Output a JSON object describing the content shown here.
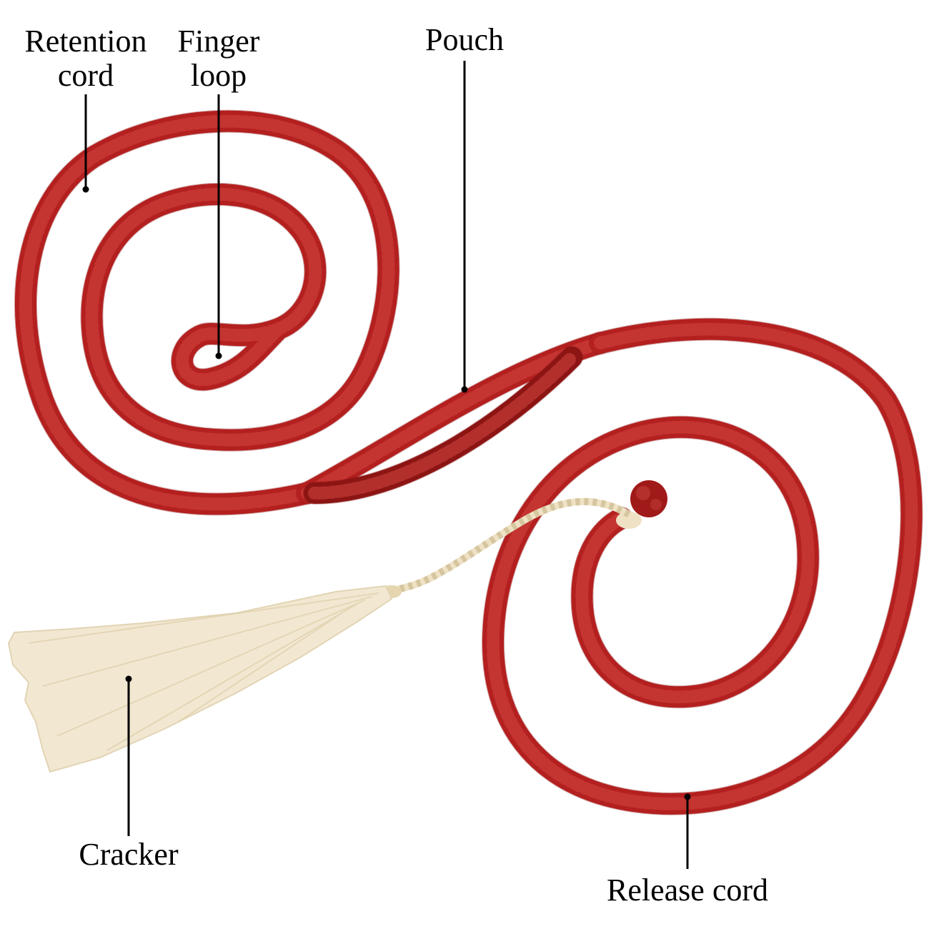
{
  "labels": {
    "retention_cord": "Retention\ncord",
    "finger_loop": "Finger\nloop",
    "pouch": "Pouch",
    "cracker": "Cracker",
    "release_cord": "Release cord"
  },
  "colors": {
    "cord": "#b3201f",
    "cracker": "#efe2c4",
    "leader": "#000000"
  }
}
